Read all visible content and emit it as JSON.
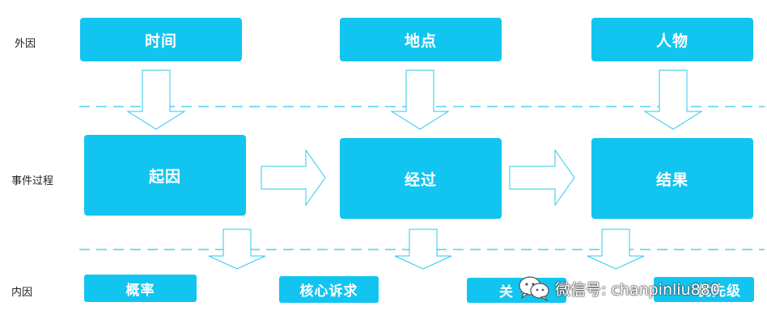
{
  "rows": {
    "external": "外因",
    "process": "事件过程",
    "internal": "内因"
  },
  "external_factors": [
    "时间",
    "地点",
    "人物"
  ],
  "process_steps": [
    "起因",
    "经过",
    "结果"
  ],
  "internal_factors": [
    "概率",
    "核心诉求",
    "关",
    "优先级"
  ],
  "watermark": "微信号: chanpinliu880",
  "colors": {
    "box": "#12c5f0",
    "arrow_stroke": "#2ec8ec",
    "divider": "#2ec8ec"
  }
}
